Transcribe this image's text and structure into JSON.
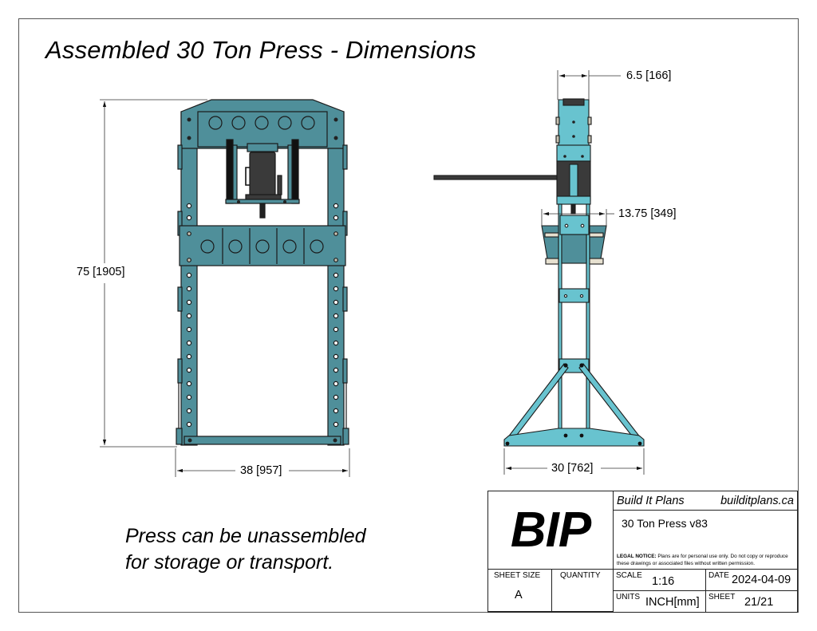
{
  "title": "Assembled 30 Ton Press - Dimensions",
  "note": {
    "line1": "Press can be unassembled",
    "line2": "for storage or transport."
  },
  "dimensions": {
    "front_height": "75 [1905]",
    "front_width": "38 [957]",
    "side_top_width": "6.5 [166]",
    "side_mid_width": "13.75 [349]",
    "side_base_width": "30 [762]"
  },
  "views": {
    "front": "front-view",
    "side": "side-view"
  },
  "colors": {
    "frame_teal": "#4f8f9a",
    "frame_light_teal": "#68c3cf",
    "jack_dark": "#3a3a3a",
    "outline": "#1a1a1a"
  },
  "title_block": {
    "logo": "BIP",
    "company": "Build It Plans",
    "website": "builditplans.ca",
    "project_name": "30 Ton Press v83",
    "legal_label": "LEGAL NOTICE:",
    "legal_text": " Plans are for personal use only. Do not copy or reproduce these drawings or associated files without written permission.",
    "sheet_size_label": "SHEET SIZE",
    "sheet_size": "A",
    "quantity_label": "QUANTITY",
    "quantity": "",
    "scale_label": "SCALE",
    "scale": "1:16",
    "date_label": "DATE",
    "date": "2024-04-09",
    "units_label": "UNITS",
    "units": "INCH[mm]",
    "sheet_label": "SHEET",
    "sheet": "21/21"
  }
}
